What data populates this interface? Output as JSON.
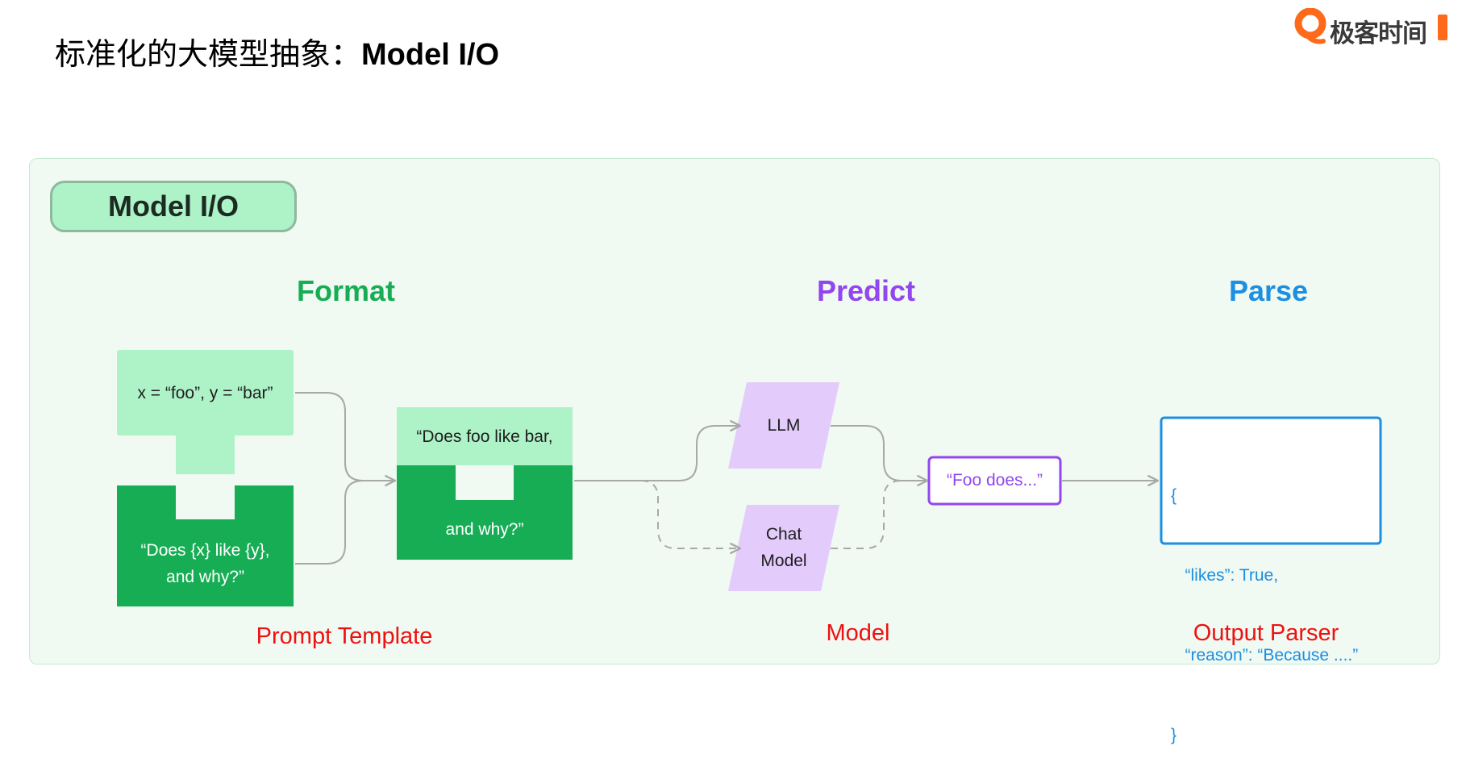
{
  "page": {
    "title_cn": "标准化的大模型抽象：",
    "title_en": "Model I/O"
  },
  "brand": {
    "name": "极客时间",
    "icon": "geekbang-logo-icon",
    "color": "#ff6a1a"
  },
  "diagram": {
    "badge": "Model I/O",
    "stages": {
      "format": {
        "heading": "Format",
        "color": "#17ad55",
        "caption": "Prompt Template"
      },
      "predict": {
        "heading": "Predict",
        "color": "#9146f0",
        "caption": "Model"
      },
      "parse": {
        "heading": "Parse",
        "color": "#1b8fe3",
        "caption": "Output Parser"
      }
    },
    "nodes": {
      "variables": "x = “foo”, y = “bar”",
      "template_line1": "“Does {x} like {y},",
      "template_line2": "and why?”",
      "prompt_line1": "“Does foo like bar,",
      "prompt_line2": "and why?”",
      "llm": "LLM",
      "chat_line1": "Chat",
      "chat_line2": "Model",
      "output": "“Foo does...”",
      "json": [
        "{",
        "   “likes”: True,",
        "   “reason”: “Because ....”",
        "}"
      ]
    },
    "colors": {
      "light_green": "#aef2c7",
      "dark_green": "#17ad55",
      "lavender": "#e3cbfb",
      "purple": "#9146f0",
      "blue": "#1b8fe3",
      "red": "#ee1111",
      "connector": "#a8a8a8"
    }
  }
}
